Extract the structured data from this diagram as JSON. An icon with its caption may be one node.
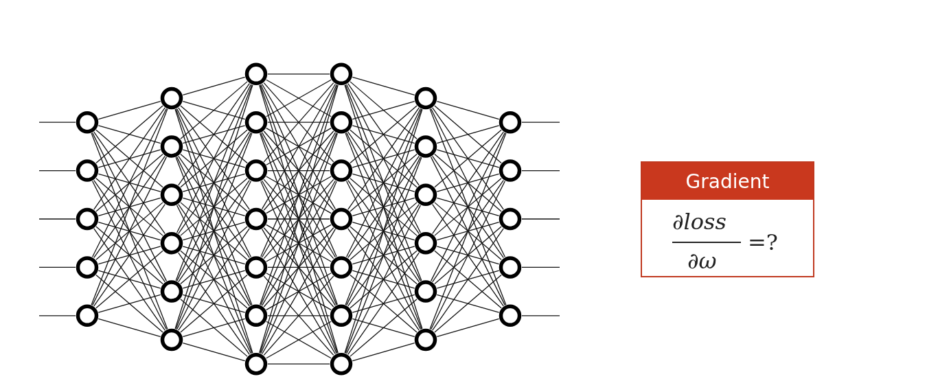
{
  "diagram": {
    "nodes": [
      {
        "text": [],
        "shape": "circle"
      },
      {
        "text": [],
        "shape": "circle"
      },
      {
        "text": [],
        "shape": "circle"
      },
      {
        "text": [],
        "shape": "circle"
      },
      {
        "text": [],
        "shape": "circle"
      },
      {
        "text": [],
        "shape": "circle"
      },
      {
        "text": [],
        "shape": "circle"
      },
      {
        "text": [],
        "shape": "circle"
      },
      {
        "text": [],
        "shape": "circle"
      },
      {
        "text": [],
        "shape": "circle"
      },
      {
        "text": [],
        "shape": "circle"
      },
      {
        "text": [],
        "shape": "circle"
      },
      {
        "text": [],
        "shape": "circle"
      },
      {
        "text": [],
        "shape": "circle"
      },
      {
        "text": [],
        "shape": "circle"
      },
      {
        "text": [],
        "shape": "circle"
      },
      {
        "text": [],
        "shape": "circle"
      },
      {
        "text": [],
        "shape": "circle"
      },
      {
        "text": [],
        "shape": "circle"
      },
      {
        "text": [],
        "shape": "circle"
      },
      {
        "text": [],
        "shape": "circle"
      },
      {
        "text": [],
        "shape": "circle"
      },
      {
        "text": [],
        "shape": "circle"
      },
      {
        "text": [],
        "shape": "circle"
      },
      {
        "text": [],
        "shape": "circle"
      },
      {
        "text": [],
        "shape": "circle"
      },
      {
        "text": [],
        "shape": "circle"
      },
      {
        "text": [],
        "shape": "circle"
      },
      {
        "text": [],
        "shape": "circle"
      },
      {
        "text": [],
        "shape": "circle"
      },
      {
        "text": [],
        "shape": "circle"
      },
      {
        "text": [],
        "shape": "circle"
      },
      {
        "text": [],
        "shape": "circle"
      },
      {
        "text": [],
        "shape": "circle"
      },
      {
        "text": [],
        "shape": "circle"
      },
      {
        "text": [],
        "shape": "circle"
      },
      {
        "text": [
          "Gradient",
          "∂loss",
          "∂ω",
          "=?"
        ]
      }
    ],
    "edges": [
      {
        "from": null,
        "to": 0,
        "arrow": "none"
      },
      {
        "from": null,
        "to": 1,
        "arrow": "none"
      },
      {
        "from": null,
        "to": 2,
        "arrow": "none"
      },
      {
        "from": null,
        "to": 3,
        "arrow": "none"
      },
      {
        "from": null,
        "to": 4,
        "arrow": "none"
      },
      {
        "from": 0,
        "to": 5,
        "arrow": "none"
      },
      {
        "from": 0,
        "to": 6,
        "arrow": "none"
      },
      {
        "from": 0,
        "to": 7,
        "arrow": "none"
      },
      {
        "from": 0,
        "to": 8,
        "arrow": "none"
      },
      {
        "from": 0,
        "to": 9,
        "arrow": "none"
      },
      {
        "from": 0,
        "to": 10,
        "arrow": "none"
      },
      {
        "from": 1,
        "to": 5,
        "arrow": "none"
      },
      {
        "from": 1,
        "to": 6,
        "arrow": "none"
      },
      {
        "from": 1,
        "to": 7,
        "arrow": "none"
      },
      {
        "from": 1,
        "to": 8,
        "arrow": "none"
      },
      {
        "from": 1,
        "to": 9,
        "arrow": "none"
      },
      {
        "from": 1,
        "to": 10,
        "arrow": "none"
      },
      {
        "from": 2,
        "to": 5,
        "arrow": "none"
      },
      {
        "from": 2,
        "to": 6,
        "arrow": "none"
      },
      {
        "from": 2,
        "to": 7,
        "arrow": "none"
      },
      {
        "from": 2,
        "to": 8,
        "arrow": "none"
      },
      {
        "from": 2,
        "to": 9,
        "arrow": "none"
      },
      {
        "from": 2,
        "to": 10,
        "arrow": "none"
      },
      {
        "from": 3,
        "to": 5,
        "arrow": "none"
      },
      {
        "from": 3,
        "to": 6,
        "arrow": "none"
      },
      {
        "from": 3,
        "to": 7,
        "arrow": "none"
      },
      {
        "from": 3,
        "to": 8,
        "arrow": "none"
      },
      {
        "from": 3,
        "to": 9,
        "arrow": "none"
      },
      {
        "from": 3,
        "to": 10,
        "arrow": "none"
      },
      {
        "from": 4,
        "to": 5,
        "arrow": "none"
      },
      {
        "from": 4,
        "to": 6,
        "arrow": "none"
      },
      {
        "from": 4,
        "to": 7,
        "arrow": "none"
      },
      {
        "from": 4,
        "to": 8,
        "arrow": "none"
      },
      {
        "from": 4,
        "to": 9,
        "arrow": "none"
      },
      {
        "from": 4,
        "to": 10,
        "arrow": "none"
      },
      {
        "from": 5,
        "to": 11,
        "arrow": "none"
      },
      {
        "from": 5,
        "to": 12,
        "arrow": "none"
      },
      {
        "from": 5,
        "to": 13,
        "arrow": "none"
      },
      {
        "from": 5,
        "to": 14,
        "arrow": "none"
      },
      {
        "from": 5,
        "to": 15,
        "arrow": "none"
      },
      {
        "from": 5,
        "to": 16,
        "arrow": "none"
      },
      {
        "from": 5,
        "to": 17,
        "arrow": "none"
      },
      {
        "from": 6,
        "to": 11,
        "arrow": "none"
      },
      {
        "from": 6,
        "to": 12,
        "arrow": "none"
      },
      {
        "from": 6,
        "to": 13,
        "arrow": "none"
      },
      {
        "from": 6,
        "to": 14,
        "arrow": "none"
      },
      {
        "from": 6,
        "to": 15,
        "arrow": "none"
      },
      {
        "from": 6,
        "to": 16,
        "arrow": "none"
      },
      {
        "from": 6,
        "to": 17,
        "arrow": "none"
      },
      {
        "from": 7,
        "to": 11,
        "arrow": "none"
      },
      {
        "from": 7,
        "to": 12,
        "arrow": "none"
      },
      {
        "from": 7,
        "to": 13,
        "arrow": "none"
      },
      {
        "from": 7,
        "to": 14,
        "arrow": "none"
      },
      {
        "from": 7,
        "to": 15,
        "arrow": "none"
      },
      {
        "from": 7,
        "to": 16,
        "arrow": "none"
      },
      {
        "from": 7,
        "to": 17,
        "arrow": "none"
      },
      {
        "from": 8,
        "to": 11,
        "arrow": "none"
      },
      {
        "from": 8,
        "to": 12,
        "arrow": "none"
      },
      {
        "from": 8,
        "to": 13,
        "arrow": "none"
      },
      {
        "from": 8,
        "to": 14,
        "arrow": "none"
      },
      {
        "from": 8,
        "to": 15,
        "arrow": "none"
      },
      {
        "from": 8,
        "to": 16,
        "arrow": "none"
      },
      {
        "from": 8,
        "to": 17,
        "arrow": "none"
      },
      {
        "from": 9,
        "to": 11,
        "arrow": "none"
      },
      {
        "from": 9,
        "to": 12,
        "arrow": "none"
      },
      {
        "from": 9,
        "to": 13,
        "arrow": "none"
      },
      {
        "from": 9,
        "to": 14,
        "arrow": "none"
      },
      {
        "from": 9,
        "to": 15,
        "arrow": "none"
      },
      {
        "from": 9,
        "to": 16,
        "arrow": "none"
      },
      {
        "from": 9,
        "to": 17,
        "arrow": "none"
      },
      {
        "from": 10,
        "to": 11,
        "arrow": "none"
      },
      {
        "from": 10,
        "to": 12,
        "arrow": "none"
      },
      {
        "from": 10,
        "to": 13,
        "arrow": "none"
      },
      {
        "from": 10,
        "to": 14,
        "arrow": "none"
      },
      {
        "from": 10,
        "to": 15,
        "arrow": "none"
      },
      {
        "from": 10,
        "to": 16,
        "arrow": "none"
      },
      {
        "from": 10,
        "to": 17,
        "arrow": "none"
      },
      {
        "from": 11,
        "to": 18,
        "arrow": "none"
      },
      {
        "from": 11,
        "to": 19,
        "arrow": "none"
      },
      {
        "from": 11,
        "to": 20,
        "arrow": "none"
      },
      {
        "from": 11,
        "to": 21,
        "arrow": "none"
      },
      {
        "from": 11,
        "to": 22,
        "arrow": "none"
      },
      {
        "from": 11,
        "to": 23,
        "arrow": "none"
      },
      {
        "from": 11,
        "to": 24,
        "arrow": "none"
      },
      {
        "from": 12,
        "to": 18,
        "arrow": "none"
      },
      {
        "from": 12,
        "to": 19,
        "arrow": "none"
      },
      {
        "from": 12,
        "to": 20,
        "arrow": "none"
      },
      {
        "from": 12,
        "to": 21,
        "arrow": "none"
      },
      {
        "from": 12,
        "to": 22,
        "arrow": "none"
      },
      {
        "from": 12,
        "to": 23,
        "arrow": "none"
      },
      {
        "from": 12,
        "to": 24,
        "arrow": "none"
      },
      {
        "from": 13,
        "to": 18,
        "arrow": "none"
      },
      {
        "from": 13,
        "to": 19,
        "arrow": "none"
      },
      {
        "from": 13,
        "to": 20,
        "arrow": "none"
      },
      {
        "from": 13,
        "to": 21,
        "arrow": "none"
      },
      {
        "from": 13,
        "to": 22,
        "arrow": "none"
      },
      {
        "from": 13,
        "to": 23,
        "arrow": "none"
      },
      {
        "from": 13,
        "to": 24,
        "arrow": "none"
      },
      {
        "from": 14,
        "to": 18,
        "arrow": "none"
      },
      {
        "from": 14,
        "to": 19,
        "arrow": "none"
      },
      {
        "from": 14,
        "to": 20,
        "arrow": "none"
      },
      {
        "from": 14,
        "to": 21,
        "arrow": "none"
      },
      {
        "from": 14,
        "to": 22,
        "arrow": "none"
      },
      {
        "from": 14,
        "to": 23,
        "arrow": "none"
      },
      {
        "from": 14,
        "to": 24,
        "arrow": "none"
      },
      {
        "from": 15,
        "to": 18,
        "arrow": "none"
      },
      {
        "from": 15,
        "to": 19,
        "arrow": "none"
      },
      {
        "from": 15,
        "to": 20,
        "arrow": "none"
      },
      {
        "from": 15,
        "to": 21,
        "arrow": "none"
      },
      {
        "from": 15,
        "to": 22,
        "arrow": "none"
      },
      {
        "from": 15,
        "to": 23,
        "arrow": "none"
      },
      {
        "from": 15,
        "to": 24,
        "arrow": "none"
      },
      {
        "from": 16,
        "to": 18,
        "arrow": "none"
      },
      {
        "from": 16,
        "to": 19,
        "arrow": "none"
      },
      {
        "from": 16,
        "to": 20,
        "arrow": "none"
      },
      {
        "from": 16,
        "to": 21,
        "arrow": "none"
      },
      {
        "from": 16,
        "to": 22,
        "arrow": "none"
      },
      {
        "from": 16,
        "to": 23,
        "arrow": "none"
      },
      {
        "from": 16,
        "to": 24,
        "arrow": "none"
      },
      {
        "from": 17,
        "to": 18,
        "arrow": "none"
      },
      {
        "from": 17,
        "to": 19,
        "arrow": "none"
      },
      {
        "from": 17,
        "to": 20,
        "arrow": "none"
      },
      {
        "from": 17,
        "to": 21,
        "arrow": "none"
      },
      {
        "from": 17,
        "to": 22,
        "arrow": "none"
      },
      {
        "from": 17,
        "to": 23,
        "arrow": "none"
      },
      {
        "from": 17,
        "to": 24,
        "arrow": "none"
      },
      {
        "from": 18,
        "to": 25,
        "arrow": "none"
      },
      {
        "from": 18,
        "to": 26,
        "arrow": "none"
      },
      {
        "from": 18,
        "to": 27,
        "arrow": "none"
      },
      {
        "from": 18,
        "to": 28,
        "arrow": "none"
      },
      {
        "from": 18,
        "to": 29,
        "arrow": "none"
      },
      {
        "from": 18,
        "to": 30,
        "arrow": "none"
      },
      {
        "from": 19,
        "to": 25,
        "arrow": "none"
      },
      {
        "from": 19,
        "to": 26,
        "arrow": "none"
      },
      {
        "from": 19,
        "to": 27,
        "arrow": "none"
      },
      {
        "from": 19,
        "to": 28,
        "arrow": "none"
      },
      {
        "from": 19,
        "to": 29,
        "arrow": "none"
      },
      {
        "from": 19,
        "to": 30,
        "arrow": "none"
      },
      {
        "from": 20,
        "to": 25,
        "arrow": "none"
      },
      {
        "from": 20,
        "to": 26,
        "arrow": "none"
      },
      {
        "from": 20,
        "to": 27,
        "arrow": "none"
      },
      {
        "from": 20,
        "to": 28,
        "arrow": "none"
      },
      {
        "from": 20,
        "to": 29,
        "arrow": "none"
      },
      {
        "from": 20,
        "to": 30,
        "arrow": "none"
      },
      {
        "from": 21,
        "to": 25,
        "arrow": "none"
      },
      {
        "from": 21,
        "to": 26,
        "arrow": "none"
      },
      {
        "from": 21,
        "to": 27,
        "arrow": "none"
      },
      {
        "from": 21,
        "to": 28,
        "arrow": "none"
      },
      {
        "from": 21,
        "to": 29,
        "arrow": "none"
      },
      {
        "from": 21,
        "to": 30,
        "arrow": "none"
      },
      {
        "from": 22,
        "to": 25,
        "arrow": "none"
      },
      {
        "from": 22,
        "to": 26,
        "arrow": "none"
      },
      {
        "from": 22,
        "to": 27,
        "arrow": "none"
      },
      {
        "from": 22,
        "to": 28,
        "arrow": "none"
      },
      {
        "from": 22,
        "to": 29,
        "arrow": "none"
      },
      {
        "from": 22,
        "to": 30,
        "arrow": "none"
      },
      {
        "from": 23,
        "to": 25,
        "arrow": "none"
      },
      {
        "from": 23,
        "to": 26,
        "arrow": "none"
      },
      {
        "from": 23,
        "to": 27,
        "arrow": "none"
      },
      {
        "from": 23,
        "to": 28,
        "arrow": "none"
      },
      {
        "from": 23,
        "to": 29,
        "arrow": "none"
      },
      {
        "from": 23,
        "to": 30,
        "arrow": "none"
      },
      {
        "from": 24,
        "to": 25,
        "arrow": "none"
      },
      {
        "from": 24,
        "to": 26,
        "arrow": "none"
      },
      {
        "from": 24,
        "to": 27,
        "arrow": "none"
      },
      {
        "from": 24,
        "to": 28,
        "arrow": "none"
      },
      {
        "from": 24,
        "to": 29,
        "arrow": "none"
      },
      {
        "from": 24,
        "to": 30,
        "arrow": "none"
      },
      {
        "from": 25,
        "to": 31,
        "arrow": "none"
      },
      {
        "from": 25,
        "to": 32,
        "arrow": "none"
      },
      {
        "from": 25,
        "to": 33,
        "arrow": "none"
      },
      {
        "from": 25,
        "to": 34,
        "arrow": "none"
      },
      {
        "from": 25,
        "to": 35,
        "arrow": "none"
      },
      {
        "from": 26,
        "to": 31,
        "arrow": "none"
      },
      {
        "from": 26,
        "to": 32,
        "arrow": "none"
      },
      {
        "from": 26,
        "to": 33,
        "arrow": "none"
      },
      {
        "from": 26,
        "to": 34,
        "arrow": "none"
      },
      {
        "from": 26,
        "to": 35,
        "arrow": "none"
      },
      {
        "from": 27,
        "to": 31,
        "arrow": "none"
      },
      {
        "from": 27,
        "to": 32,
        "arrow": "none"
      },
      {
        "from": 27,
        "to": 33,
        "arrow": "none"
      },
      {
        "from": 27,
        "to": 34,
        "arrow": "none"
      },
      {
        "from": 27,
        "to": 35,
        "arrow": "none"
      },
      {
        "from": 28,
        "to": 31,
        "arrow": "none"
      },
      {
        "from": 28,
        "to": 32,
        "arrow": "none"
      },
      {
        "from": 28,
        "to": 33,
        "arrow": "none"
      },
      {
        "from": 28,
        "to": 34,
        "arrow": "none"
      },
      {
        "from": 28,
        "to": 35,
        "arrow": "none"
      },
      {
        "from": 29,
        "to": 31,
        "arrow": "none"
      },
      {
        "from": 29,
        "to": 32,
        "arrow": "none"
      },
      {
        "from": 29,
        "to": 33,
        "arrow": "none"
      },
      {
        "from": 29,
        "to": 34,
        "arrow": "none"
      },
      {
        "from": 29,
        "to": 35,
        "arrow": "none"
      },
      {
        "from": 30,
        "to": 31,
        "arrow": "none"
      },
      {
        "from": 30,
        "to": 32,
        "arrow": "none"
      },
      {
        "from": 30,
        "to": 33,
        "arrow": "none"
      },
      {
        "from": 30,
        "to": 34,
        "arrow": "none"
      },
      {
        "from": 30,
        "to": 35,
        "arrow": "none"
      },
      {
        "from": 31,
        "to": null,
        "arrow": "none"
      },
      {
        "from": 32,
        "to": null,
        "arrow": "none"
      },
      {
        "from": 33,
        "to": null,
        "arrow": "none"
      },
      {
        "from": 34,
        "to": null,
        "arrow": "none"
      },
      {
        "from": 35,
        "to": null,
        "arrow": "none"
      }
    ]
  }
}
